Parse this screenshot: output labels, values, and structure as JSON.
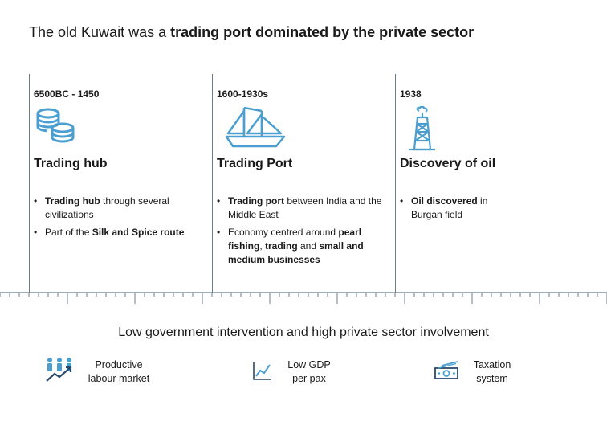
{
  "title": {
    "prefix": "The old Kuwait was a ",
    "bold": "trading port dominated by the private sector"
  },
  "columns": [
    {
      "period": "6500BC - 1450",
      "icon": "coins-icon",
      "heading": "Trading hub",
      "bullets": [
        {
          "bold": "Trading hub",
          "rest": " through several civilizations"
        },
        {
          "pre": "Part of the ",
          "bold": "Silk and Spice route",
          "rest": ""
        }
      ]
    },
    {
      "period": "1600-1930s",
      "icon": "sailing-ship-icon",
      "heading": "Trading Port",
      "bullets": [
        {
          "bold": "Trading port",
          "rest": " between India and the Middle East"
        },
        {
          "pre": "Economy centred around ",
          "bold": "pearl fishing",
          "mid": ", ",
          "bold2": "trading",
          "mid2": " and ",
          "bold3": "small and medium businesses"
        }
      ]
    },
    {
      "period": "1938",
      "icon": "oil-derrick-icon",
      "heading": "Discovery of oil",
      "bullets": [
        {
          "bold": "Oil discovered",
          "rest": " in Burgan field"
        }
      ]
    }
  ],
  "subtitle": "Low government intervention and high private sector involvement",
  "kpis": [
    {
      "icon": "people-growth-icon",
      "label_line1": "Productive",
      "label_line2": "labour market"
    },
    {
      "icon": "line-chart-icon",
      "label_line1": "Low GDP",
      "label_line2": "per pax"
    },
    {
      "icon": "money-icon",
      "label_line1": "Taxation",
      "label_line2": "system"
    }
  ],
  "colors": {
    "accent": "#4a9fd0",
    "line": "#6b7d8c",
    "icon_dark": "#2a4a6b"
  }
}
